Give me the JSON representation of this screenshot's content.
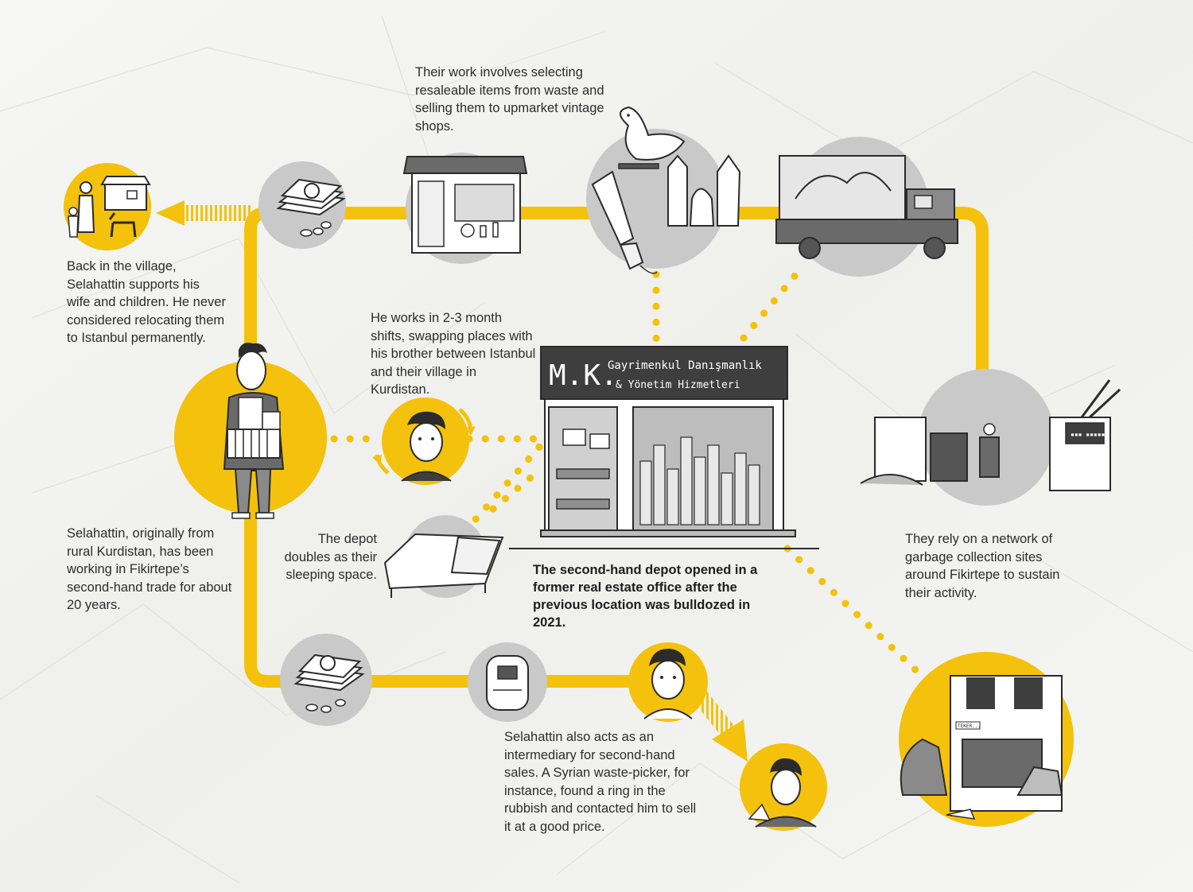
{
  "colors": {
    "accent": "#f4c20d",
    "bubble_grey": "#c9c9c9",
    "ink": "#2b2b2b",
    "paper": "#f3f3f1"
  },
  "captions": {
    "work": "Their work involves selecting resaleable items from waste and selling them to upmarket vintage shops.",
    "village": "Back in the village, Selahattin supports his wife and children. He never considered relocating them to Istanbul permanently.",
    "shifts": "He works in 2-3 month shifts, swapping places with his brother between Istanbul and their village in Kurdistan.",
    "origin": "Selahattin, originally from rural Kurdistan, has been working in Fikirtepe’s second-hand trade for about 20 years.",
    "sleeping": "The depot doubles as their sleeping space.",
    "depot": "The second-hand depot opened in a former real estate office after the previous location was bulldozed in 2021.",
    "network": "They rely on a network of garbage collection sites around Fikirtepe to sustain their activity.",
    "intermediary": "Selahattin also acts as an intermediary for second-hand sales. A Syrian waste-picker, for instance, found a ring in the rubbish and contacted him to sell it at a good price."
  },
  "sign": {
    "logo": "M.K.",
    "line1": "Gayrimenkul Danışmanlık",
    "line2": "& Yönetim Hizmetleri"
  },
  "small_signs": {
    "site_plate": "▪▪▪ ▪▪▪▪▪",
    "street_plate": "TEKER..."
  },
  "icons": [
    "village-family-icon",
    "money-stack-icon",
    "vintage-shop-icon",
    "items-cluster-icon",
    "truck-icon",
    "garbage-site-icon",
    "street-scene-icon",
    "selahattin-figure-icon",
    "brother-face-icon",
    "bed-icon",
    "air-fryer-icon",
    "man-face-icon",
    "waste-picker-icon"
  ]
}
